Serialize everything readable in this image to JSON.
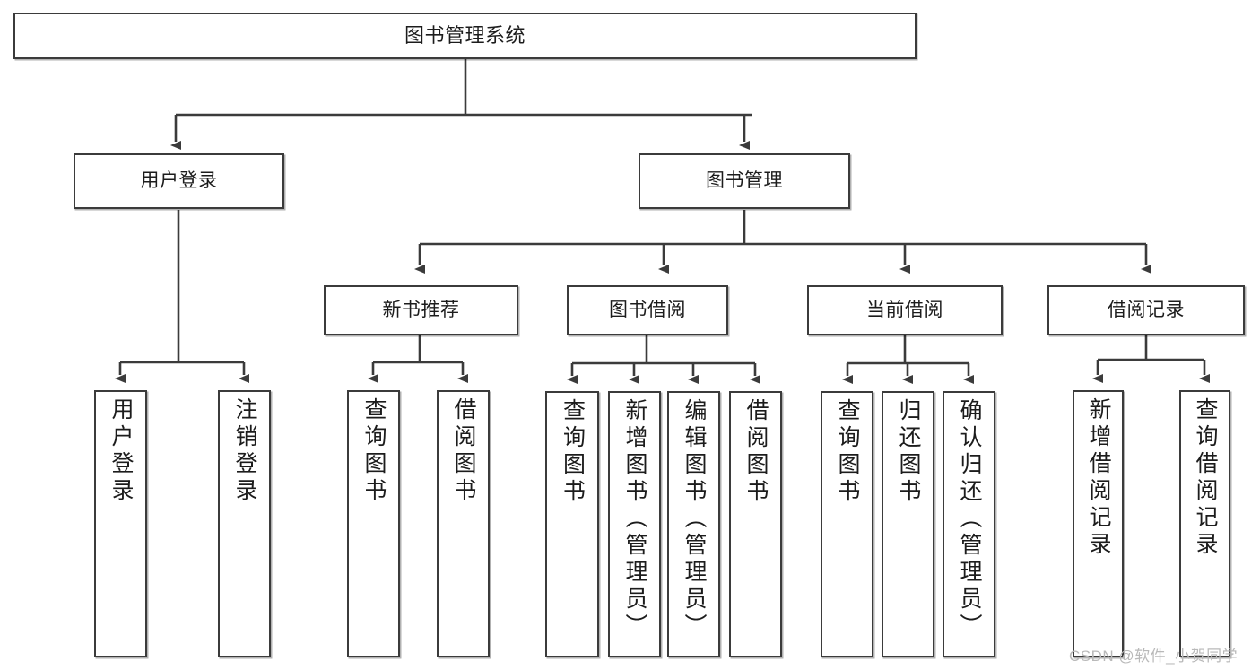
{
  "diagram": {
    "title": "图书管理系统",
    "type": "hierarchy-tree",
    "root": {
      "label": "图书管理系统"
    },
    "level2": [
      {
        "label": "用户登录"
      },
      {
        "label": "图书管理"
      }
    ],
    "level3": [
      {
        "label": "新书推荐"
      },
      {
        "label": "图书借阅"
      },
      {
        "label": "当前借阅"
      },
      {
        "label": "借阅记录"
      }
    ],
    "leaves": {
      "user_login": [
        {
          "label": "用户登录"
        },
        {
          "label": "注销登录"
        }
      ],
      "new_book_recommend": [
        {
          "label": "查询图书"
        },
        {
          "label": "借阅图书"
        }
      ],
      "book_borrow": [
        {
          "label": "查询图书"
        },
        {
          "label": "新增图书（管理员）"
        },
        {
          "label": "编辑图书（管理员）"
        },
        {
          "label": "借阅图书"
        }
      ],
      "current_borrow": [
        {
          "label": "查询图书"
        },
        {
          "label": "归还图书"
        },
        {
          "label": "确认归还（管理员）"
        }
      ],
      "borrow_records": [
        {
          "label": "新增借阅记录"
        },
        {
          "label": "查询借阅记录"
        }
      ]
    }
  },
  "watermark": {
    "text": "CSDN @软件_小贺同学"
  },
  "colors": {
    "stroke": "#3b3b3b",
    "fill": "#ffffff",
    "text": "#1c1c1c",
    "watermark": "#b9b9b9"
  }
}
